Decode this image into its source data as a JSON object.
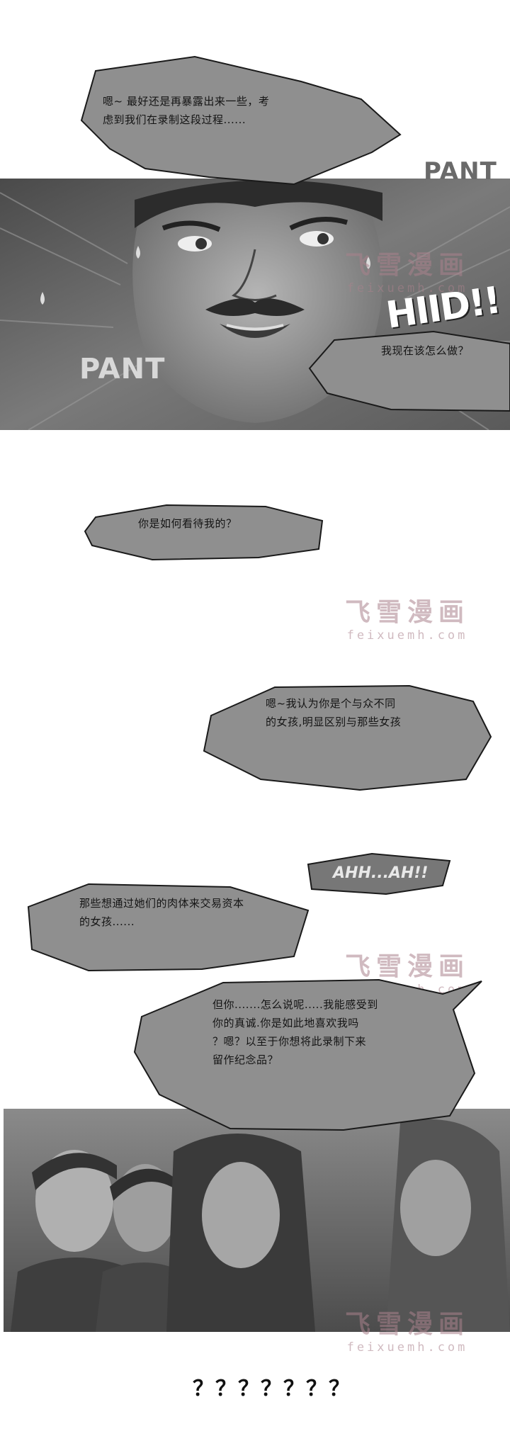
{
  "dialogue": {
    "bubble1": {
      "line1": "嗯~ 最好还是再暴露出来一些，考",
      "line2": "虑到我们在录制这段过程......"
    },
    "bubble2": {
      "line1": "我现在该怎么做？"
    },
    "bubble3": {
      "line1": "你是如何看待我的？"
    },
    "bubble4": {
      "line1": "嗯~我认为你是个与众不同",
      "line2": "的女孩,明显区别与那些女孩"
    },
    "bubble5": {
      "line1": "那些想通过她们的肉体来交易资本",
      "line2": "的女孩......"
    },
    "bubble6": {
      "line1": "但你.......怎么说呢.....我能感受到",
      "line2": "你的真诚.你是如此地喜欢我吗",
      "line3": "？嗯？以至于你想将此录制下来",
      "line4": "留作纪念品？"
    },
    "final": "？？？？？？？"
  },
  "sfx": {
    "pant_top": "PANT",
    "pant_left": "PANT",
    "ahh": "AHH...AH!!",
    "hiiid": "HIID!!"
  },
  "watermark": {
    "cn": "飞雪漫画",
    "en": "feixuemh.com"
  },
  "colors": {
    "bubble_fill": "#8f8f8f",
    "bubble_stroke": "#1a1a1a",
    "panel_dark": "#5d5d5d",
    "watermark": "#b08c95"
  }
}
